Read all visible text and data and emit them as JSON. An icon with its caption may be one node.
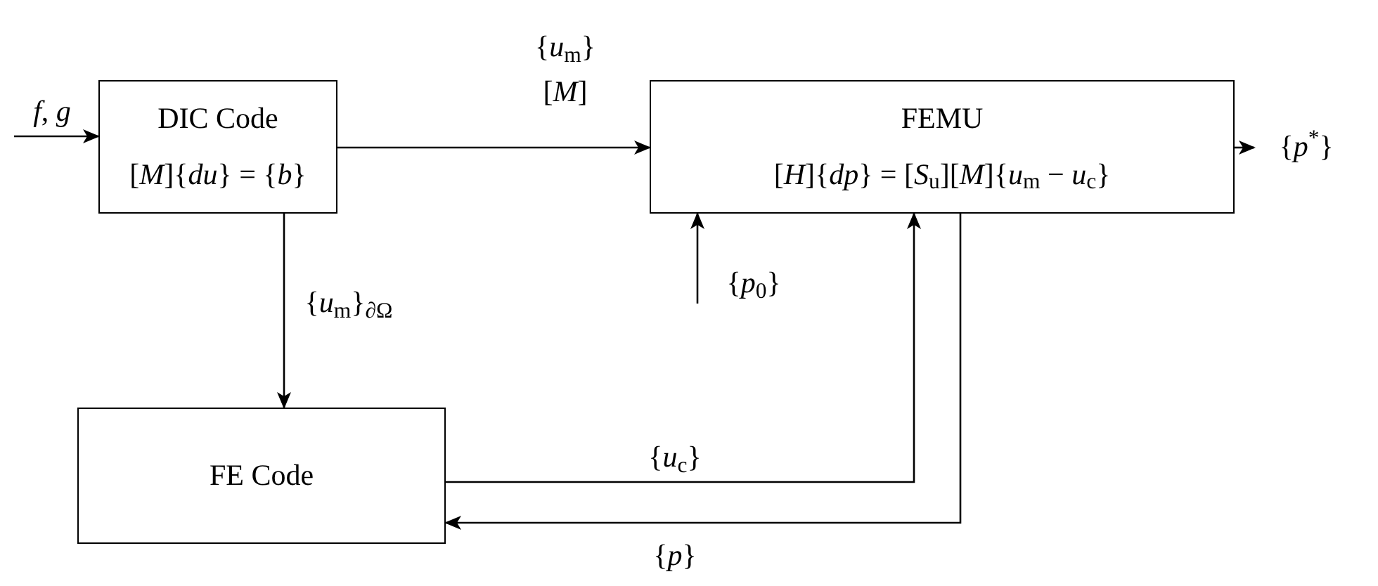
{
  "diagram": {
    "nodes": [
      {
        "text": [
          "DIC Code",
          "[*M*]{*du*} = {*b*}"
        ]
      },
      {
        "text": [
          "FEMU",
          "[*H*]{*dp*} = [*S*$_{u}$][*M*]{*u*$_{m}$ − *u*$_{c}$}"
        ]
      },
      {
        "text": [
          "FE Code"
        ]
      },
      {
        "text": [
          "{*p*$^{*}$}"
        ]
      }
    ],
    "edges": [
      {
        "from": null,
        "to": 0,
        "arrow": "to",
        "label": "*f*, *g*"
      },
      {
        "from": 0,
        "to": 1,
        "arrow": "to",
        "label": "{*u*$_{m}$} [*M*]"
      },
      {
        "from": 1,
        "to": 3,
        "arrow": "to"
      },
      {
        "from": null,
        "to": 1,
        "arrow": "to",
        "label": "{*p*$_{0}$}"
      },
      {
        "from": 0,
        "to": 2,
        "arrow": "to",
        "label": "{*u*$_{m}$}$_{∂Ω}$"
      },
      {
        "from": 2,
        "to": 1,
        "arrow": "to",
        "label": "{*u*$_{c}$}"
      },
      {
        "from": 1,
        "to": 2,
        "arrow": "to",
        "label": "{*p*}"
      }
    ]
  }
}
